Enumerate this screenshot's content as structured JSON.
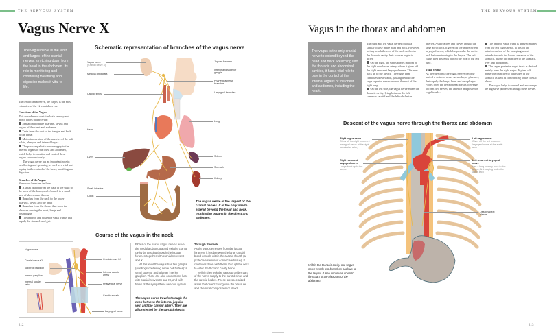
{
  "spread": {
    "left_page": {
      "section_header": "THE NERVOUS SYSTEM",
      "title": "Vagus Nerve X",
      "page_number": "212",
      "intro_box": "The vagus nerve is the tenth and largest of the cranial nerves, stretching down from the head to the abdomen. Its role in monitoring and controlling breathing and digestion makes it vital to life.",
      "body": {
        "opening": "The tenth cranial nerve, the vagus, is the most extensive of the 12 cranial nerves.",
        "functions_heading": "Functions of the Vagus",
        "functions_intro": "This mixed nerve contains both sensory and motor fibres that provide:",
        "functions": [
          "Sensation from the pharynx, larynx and organs of the chest and abdomen",
          "Taste from the root of the tongue and back of the throat",
          "Motor innervation of the muscles of the soft palate, pharynx and internal larynx",
          "The parasympathetic nerve supply to the internal organs of the chest and abdomen, which helps to monitor and control these organs subconsciously."
        ],
        "functions_closing": "The vagus nerve has an important role in swallowing and speaking, as well as a vital part to play in the control of the heart, breathing and digestion.",
        "branches_heading": "Branches of the Vagus",
        "branches_intro": "Numerous branches include:",
        "branches": [
          "A small branch from the base of the skull to the back of the brain, and a branch to a small area of skin around the ear",
          "Branches from the neck to the lower pharynx, larynx and the heart",
          "Branches from the thorax that form the plexuses serving the heart, lungs and oesophagus",
          "The anterior and posterior vagal trunks that supply the stomach and gut."
        ]
      },
      "schematic_figure": {
        "title": "Schematic representation of branches of the vagus nerve",
        "left_labels": [
          {
            "text": "Vagus nerve",
            "sub": "(Cranial nerve X)"
          },
          {
            "text": "Medulla oblongata"
          },
          {
            "text": "Carotid sinus"
          },
          {
            "text": "Heart"
          },
          {
            "text": "Liver"
          },
          {
            "text": "Small intestine"
          },
          {
            "text": "Colon"
          }
        ],
        "right_labels": [
          {
            "text": "Jugular foramen"
          },
          {
            "text": "Inferior and superior",
            "text2": "ganglia"
          },
          {
            "text": "Pharyngeal nerve",
            "text2": "branches"
          },
          {
            "text": "Laryngeal branches"
          },
          {
            "text": "Lung"
          },
          {
            "text": "Spleen"
          },
          {
            "text": "Stomach"
          },
          {
            "text": "Kidney"
          }
        ],
        "caption": "The vagus nerve is the largest of the cranial nerves. It is the only one to extend beyond the head and neck, monitoring organs in the chest and abdomen."
      },
      "neck_section": {
        "title": "Course of the vagus in the neck",
        "figure_labels_left": [
          "Vagus nerve",
          "Cranial nerve XI",
          "Superior ganglion",
          "Inferior ganglion",
          "Internal jugular",
          "vein"
        ],
        "figure_labels_right": [
          "Cranial nerve IX",
          "Internal carotid",
          "artery",
          "Pharyngeal nerve",
          "Carotid sheath",
          "Laryngeal nerve"
        ],
        "col1_p1": "Fibres of the paired vagus nerves leave the medulla oblongata and exit the cranial cavity by passing through the jugular foramen together with cranial nerves IX and XI.",
        "col1_p2": "At this level the vagus has two ganglia (swellings containing nerve cell bodies): a small superior and a larger inferior ganglion. There are also connections here with cranial nerves IX and XI, and with fibres of the sympathetic nervous system.",
        "caption": "The vagus nerve travels through the neck between the internal jugular vein and the carotid artery. They are all protected by the carotid sheath.",
        "col2_heading": "Through the neck",
        "col2_p1": "As the vagus emerges from the jugular foramen, it lies between the large carotid blood vessels within the carotid sheath (a protective sleeve of connective tissue). It continues down with them, through the neck to enter the thoracic cavity below.",
        "col2_p2": "Within the neck the vagus provides part of the nerve supply to the carotid sinus and the carotid bodies. These are specialized areas that detect changes in the pressure and chemical composition of blood."
      }
    },
    "right_page": {
      "section_header": "THE NERVOUS SYSTEM",
      "title": "Vagus in the thorax and abdomen",
      "page_number": "213",
      "intro_box": "The vagus is the only cranial nerve to extend beyond the head and neck. Reaching into the thoracic and abdominal cavities, it has a vital role to play in the control of the internal organs of the chest and abdomen, including the heart.",
      "col1": {
        "p1": "The right and left vagal nerves follow a similar course in the head and neck. However, as they reach the root of the neck and enter the thoracic cavity their courses begin to differ:",
        "b1": "On the right, the vagus passes in front of the right subclavian artery, where it gives off the right recurrent laryngeal nerve. This runs back up to the larynx. The vagus then continues downwards, passing behind the large superior vena cava and the root of the right lung.",
        "b2": "On the left side, the vagus nerve enters the thoracic cavity, lying between the left common carotid and the left subclavian"
      },
      "col2": {
        "p1": "arteries. As it reaches and curves around the large aortic arch, it gives off the left recurrent laryngeal nerve, which loops under the aortic arch before returning to the larynx. The left vagus then descends behind the root of the left lung.",
        "heading": "Vagal trunks",
        "p2": "As they descend, the vagus nerves become part of a series of nerve networks, or plexuses, that supply the lungs, heart and oesophagus. Fibres from the oesophageal plexus converge to form two nerves, the anterior and posterior vagal trunks:"
      },
      "col3": {
        "b1": "The anterior vagal trunk is derived mainly from the left vagus nerve. It lies on the anterior surface of the oesophagus and extends towards the lower curvature of the stomach, giving off branches to the stomach, liver and duodenum.",
        "b2": "The larger posterior vagal trunk is derived mainly from the right vagus. It gives off numerous branches to both sides of the stomach as well as contributing to the coeliac plexus.",
        "p3": "The vagus helps to control and encourage the digestive processes through these nerves."
      },
      "figure": {
        "title": "Descent of the vagus nerve through the thorax and abdomen",
        "labels": {
          "right_vagus": {
            "title": "Right vagus nerve",
            "desc": "Gives off the right recurrent laryngeal nerve at the right subclavian artery"
          },
          "right_recurrent": {
            "title": "Right recurrent laryngeal nerve",
            "desc": "Loops back up to the larynx"
          },
          "left_vagus": {
            "title": "Left vagus nerve",
            "desc": "Gives off the left recurrent laryngeal nerve at the aortic arch"
          },
          "left_recurrent": {
            "title": "Left recurrent laryngeal nerve",
            "desc": "Has a long journey back to the larynx, first looping under the aortic arch"
          },
          "oesophageal": {
            "title": "Oesophageal",
            "title2": "plexus"
          }
        },
        "caption": "Within the thoracic cavity, the vagus nerve sends two branches back up to the larynx. It also continues down to form part of the plexuses of the abdomen."
      }
    }
  },
  "colors": {
    "accent_green": "#7cbf8a",
    "intro_box_gray": "#999999",
    "nerve_yellow": "#e8b84a",
    "rib_tan": "#e6c49a",
    "artery_red": "#d9443a",
    "vein_blue": "#6c63b5",
    "trachea_blue": "#8fc9dc"
  }
}
